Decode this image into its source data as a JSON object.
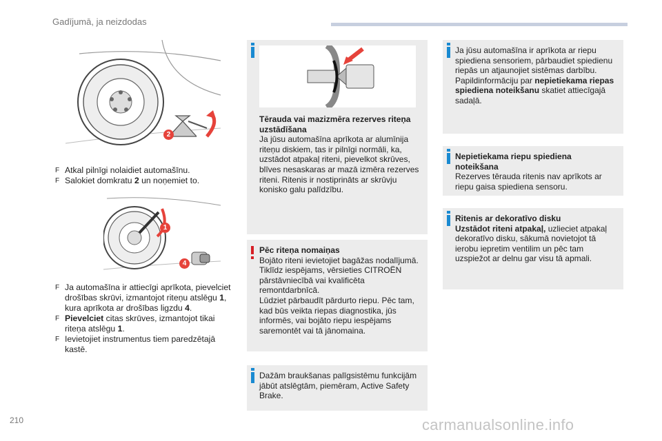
{
  "header": {
    "title": "Gadījumā, ja neizdodas"
  },
  "page_number": "210",
  "watermark": "carmanualsonline.info",
  "left_column": {
    "figure1": {
      "badge": "2"
    },
    "bullets1": [
      {
        "text": "Atkal pilnīgi nolaidiet automašīnu."
      },
      {
        "pre": "Salokiet domkratu ",
        "bold": "2",
        "post": " un noņemiet to."
      }
    ],
    "figure2": {
      "badge1": "1",
      "badge2": "4"
    },
    "bullets2": [
      {
        "pre": "Ja automašīna ir attiecīgi aprīkota, pievelciet drošības skrūvi, izmantojot riteņu atslēgu ",
        "bold": "1",
        "mid": ", kura aprīkota ar drošības ligzdu ",
        "bold2": "4",
        "post": "."
      },
      {
        "bold": "Pievelciet",
        "mid": " citas skrūves, izmantojot tikai riteņa atslēgu ",
        "bold2": "1",
        "post": "."
      },
      {
        "text": "Ievietojiet instrumentus tiem paredzētajā kastē."
      }
    ],
    "bullet_marker": "F"
  },
  "middle_column": {
    "steel_box": {
      "title": "Tērauda vai mazizmēra rezerves riteņa uzstādīšana",
      "body": "Ja jūsu automašīna aprīkota ar alumīnija riteņu diskiem, tas ir pilnīgi normāli, ka, uzstādot atpakaļ riteni, pievelkot skrūves, blīves nesaskaras ar mazā izmēra rezerves riteni. Ritenis ir nostiprināts ar skrūvju konisko galu palīdzību."
    },
    "warning_box": {
      "title": "Pēc riteņa nomaiņas",
      "body": "Bojāto riteni ievietojiet bagāžas nodalījumā.\nTiklīdz iespējams, vērsieties CITROËN pārstāvniecībā vai kvalificēta remontdarbnīcā.\nLūdziet pārbaudīt pārdurto riepu. Pēc tam, kad būs veikta riepas diagnostika, jūs informēs, vai bojāto riepu iespējams saremontēt vai tā jānomaina."
    },
    "driving_box": {
      "body": "Dažām braukšanas palīgsistēmu funkcijām jābūt atslēgtām, piemēram, Active Safety Brake."
    }
  },
  "right_column": {
    "sensor_box": {
      "body": "Ja jūsu automašīna ir aprīkota ar riepu spiediena sensoriem, pārbaudiet spiedienu riepās un atjaunojiet sistēmas darbību.\nPapildinformāciju par ",
      "bold": "nepietiekama riepas spiediena noteikšanu",
      "post": " skatiet attiecīgajā sadaļā."
    },
    "low_pressure_box": {
      "title": "Nepietiekama riepu spiediena noteikšana",
      "body": "Rezerves tērauda ritenis nav aprīkots ar riepu gaisa spiediena sensoru."
    },
    "trim_box": {
      "title": "Ritenis ar dekoratīvo disku",
      "bold": "Uzstādot riteni atpakaļ,",
      "body": " uzlieciet atpakaļ dekoratīvo disku, sākumā novietojot tā ierobu iepretim ventilim un pēc tam uzspiežot ar delnu gar visu tā apmali."
    }
  },
  "colors": {
    "info_blue": "#1a8ad1",
    "warn_red": "#d61f26",
    "badge_red": "#e6433b",
    "box_gray": "#ececec"
  }
}
